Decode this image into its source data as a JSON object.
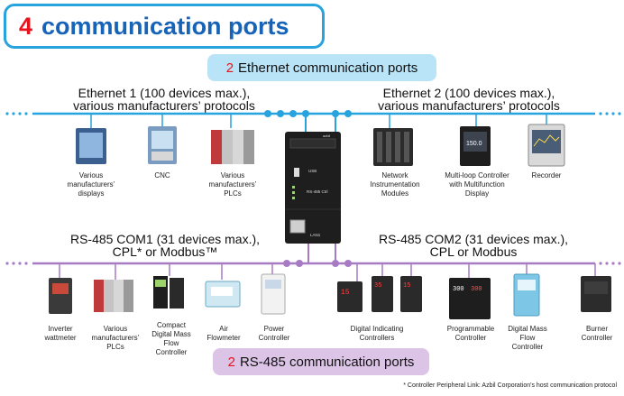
{
  "title": {
    "number": "4",
    "text": "communication ports"
  },
  "ethernet_banner": {
    "number": "2",
    "text": "Ethernet communication ports"
  },
  "rs485_banner": {
    "number": "2",
    "text": "RS-485 communication ports"
  },
  "eth1": {
    "line1": "Ethernet 1 (100 devices max.),",
    "line2": "various manufacturers’ protocols"
  },
  "eth2": {
    "line1": "Ethernet 2 (100 devices max.),",
    "line2": "various manufacturers’ protocols"
  },
  "com1": {
    "line1": "RS-485 COM1 (31 devices max.),",
    "line2": "CPL* or Modbus™"
  },
  "com2": {
    "line1": "RS-485 COM2 (31 devices max.),",
    "line2": "CPL or Modbus"
  },
  "device_text": {
    "usb": "USB",
    "model": "RS-485 Ctrl",
    "lan": "LAN1",
    "brand": "azbil",
    "multiloop_value": "150.0",
    "ctrl_value_a": "300",
    "ctrl_value_b": "300"
  },
  "devices_eth1": [
    "Various manufacturers’ displays",
    "CNC",
    "Various manufacturers’ PLCs"
  ],
  "devices_eth2": [
    "Network Instrumentation Modules",
    "Multi-loop Controller with Multifunction Display",
    "Recorder"
  ],
  "devices_com1": [
    "Inverter wattmeter",
    "Various manufacturers’ PLCs",
    "Compact Digital Mass Flow Controller",
    "Air Flowmeter",
    "Power Controller"
  ],
  "devices_com2": [
    "Digital Indicating Controllers",
    "Programmable Controller",
    "Digital Mass Flow Controller",
    "Burner Controller"
  ],
  "footnote": "* Controller Peripheral Link: Azbil Corporation's host communication protocol",
  "colors": {
    "ethernet": "#27a3dd",
    "rs485": "#a77bc4",
    "accent": "#e8141d",
    "title": "#1663b8"
  }
}
